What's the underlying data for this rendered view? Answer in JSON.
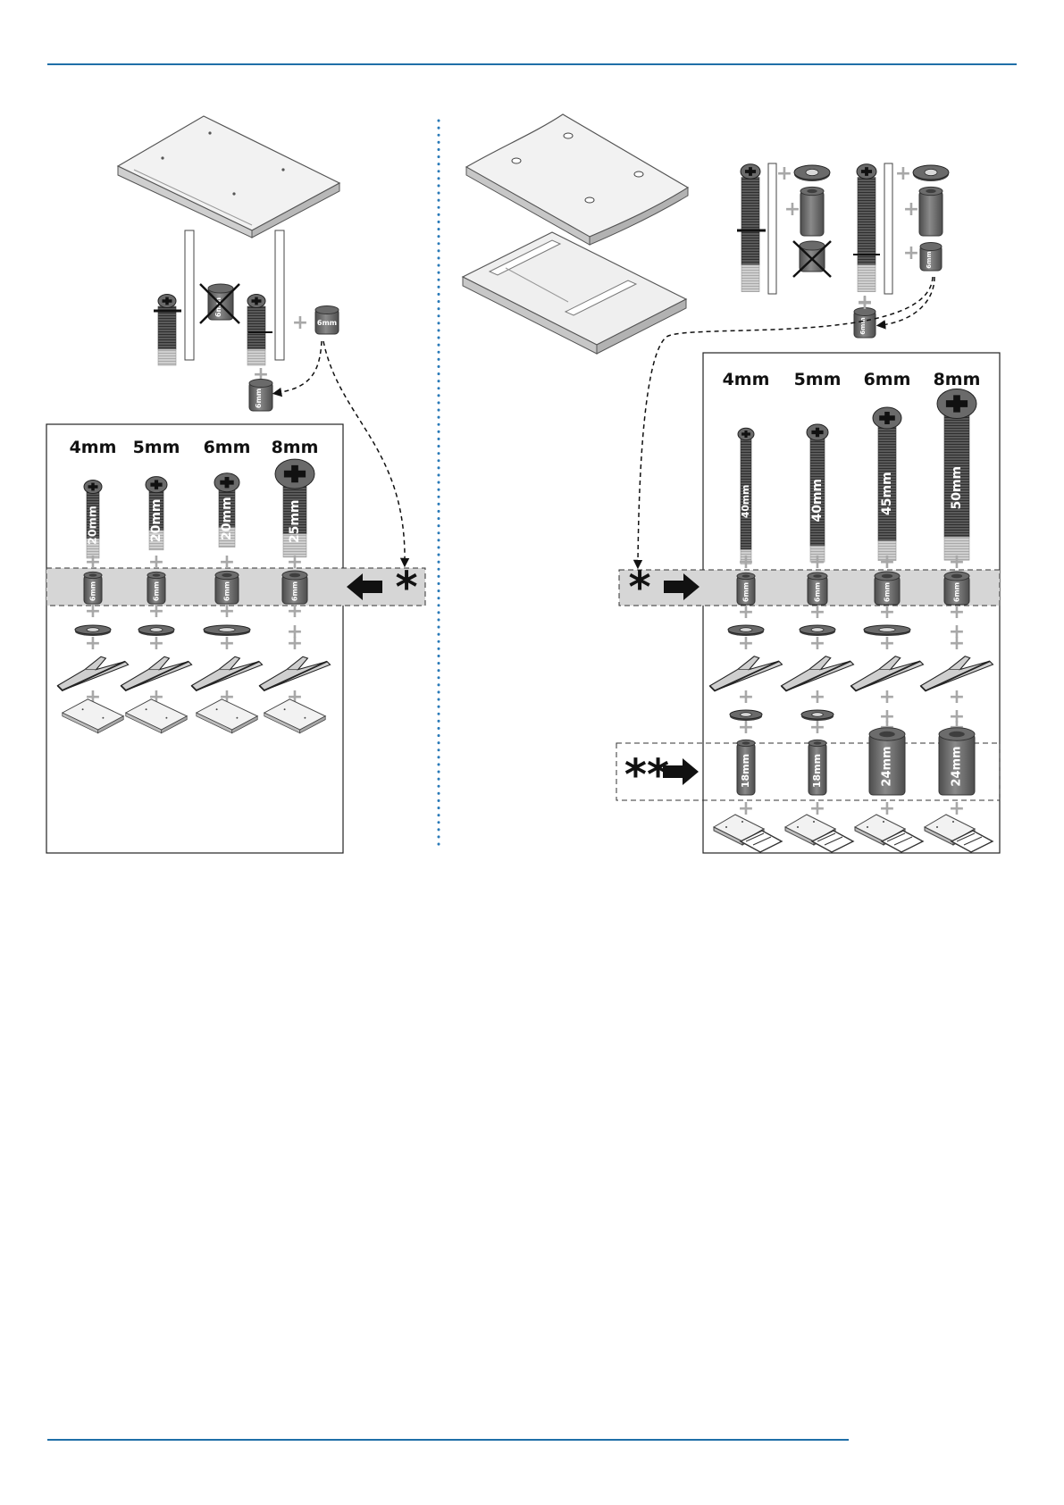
{
  "colors": {
    "rule_blue": "#1f6fa8",
    "dot_blue": "#2a7ab8",
    "part_dark": "#555555",
    "part_mid": "#6f6f6f",
    "part_light": "#bdbdbd",
    "band_gray": "#d6d6d6",
    "plus_gray": "#a8a8a8",
    "plate_fill": "#ececec"
  },
  "left_panel": {
    "sizes": [
      "4mm",
      "5mm",
      "6mm",
      "8mm"
    ],
    "screw_lengths": [
      "20mm",
      "20mm",
      "20mm",
      "25mm"
    ],
    "spacers": [
      "6mm",
      "6mm",
      "6mm",
      "6mm"
    ],
    "washers_present": [
      true,
      true,
      true,
      false
    ],
    "band_marker": "*"
  },
  "left_top": {
    "crossed_spacer_label": "6mm",
    "spacer_label": "6mm",
    "spacer_below_label": "6mm"
  },
  "right_panel": {
    "sizes": [
      "4mm",
      "5mm",
      "6mm",
      "8mm"
    ],
    "screw_lengths": [
      "40mm",
      "40mm",
      "45mm",
      "50mm"
    ],
    "spacers": [
      "6mm",
      "6mm",
      "6mm",
      "6mm"
    ],
    "washers_present": [
      true,
      true,
      true,
      false
    ],
    "washers2_present": [
      true,
      true,
      false,
      false
    ],
    "long_spacers": [
      "18mm",
      "18mm",
      "24mm",
      "24mm"
    ],
    "band_marker": "*",
    "band2_marker": "**"
  },
  "right_top": {
    "spacer_label": "6mm",
    "spacer_below_label": "6mm"
  },
  "icons": [
    "phillips-screw-icon",
    "spacer-icon",
    "washer-icon",
    "bracket-icon",
    "plate-icon",
    "arrow-icon",
    "asterisk-icon"
  ]
}
